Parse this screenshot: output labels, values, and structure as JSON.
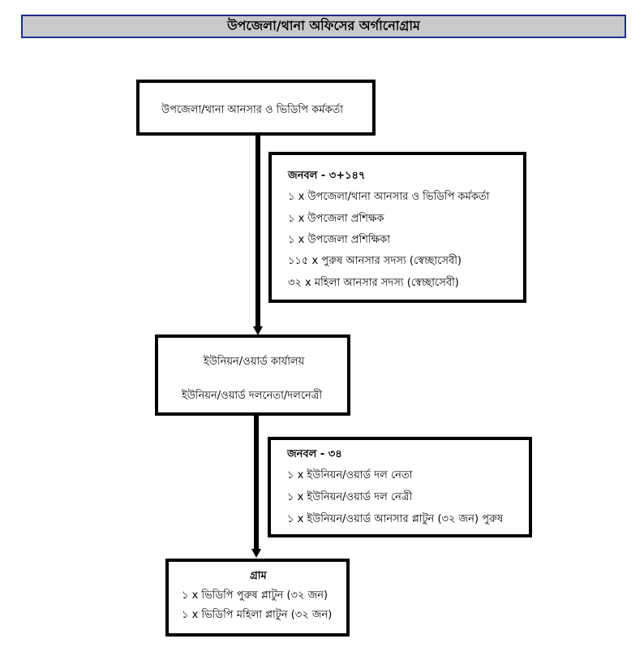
{
  "title": "উপজেলা/থানা অফিসের অর্গানোগ্রাম",
  "nodes": {
    "upazila_officer": "উপজেলা/থানা আনসার ও ভিডিপি কর্মকর্তা",
    "union_office": {
      "line1": "ইউনিয়ন/ওয়ার্ড কার্যালয়",
      "line2": "ইউনিয়ন/ওয়ার্ড দলনেতা/দলনেত্রী"
    },
    "village": {
      "heading": "গ্রাম",
      "items": [
        "১ x ভিডিপি পুরুষ প্লাটুন (৩২ জন)",
        "১ x ভিডিপি মহিলা প্লাটুন (৩২ জন)"
      ]
    }
  },
  "manpower_upazila": {
    "heading": "জনবল - ৩+১৪৭",
    "items": [
      "১ x উপজেলা/থানা আনসার ও ভিডিপি কর্মকর্তা",
      "১ x উপজেলা প্রশিক্ষক",
      "১ x উপজেলা প্রশিক্ষিকা",
      "১১৫ x পুরুষ আনসার সদস্য (স্বেচ্ছাসেবী)",
      "৩২ x মহিলা আনসার সদস্য (স্বেচ্ছাসেবী)"
    ]
  },
  "manpower_union": {
    "heading": "জনবল - ৩৪",
    "items": [
      "১ x ইউনিয়ন/ওয়ার্ড দল নেতা",
      "১ x ইউনিয়ন/ওয়ার্ড দল নেত্রী",
      "১ x ইউনিয়ন/ওয়ার্ড আনসার প্লাটুন (৩২ জন) পুরুষ"
    ]
  }
}
